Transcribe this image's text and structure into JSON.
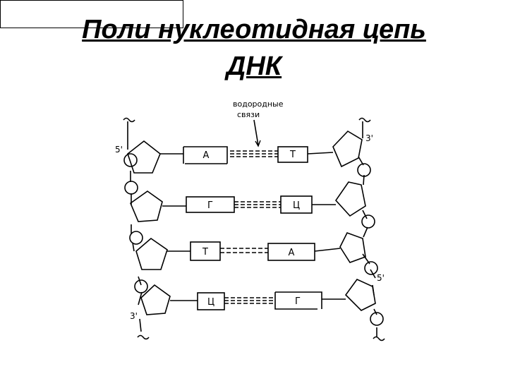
{
  "title": {
    "line1": "Поли нуклеотидная цепь",
    "line2": "ДНК"
  },
  "hydrogen_bonds_label": {
    "line1": "водородные",
    "line2": "связи"
  },
  "end_labels": {
    "left_top": "5'",
    "right_top": "3'",
    "left_bottom": "3'",
    "right_bottom": "5'"
  },
  "pairs": [
    {
      "left": "А",
      "right": "Т"
    },
    {
      "left": "Г",
      "right": "Ц"
    },
    {
      "left": "Т",
      "right": "А"
    },
    {
      "left": "Ц",
      "right": "Г"
    }
  ]
}
